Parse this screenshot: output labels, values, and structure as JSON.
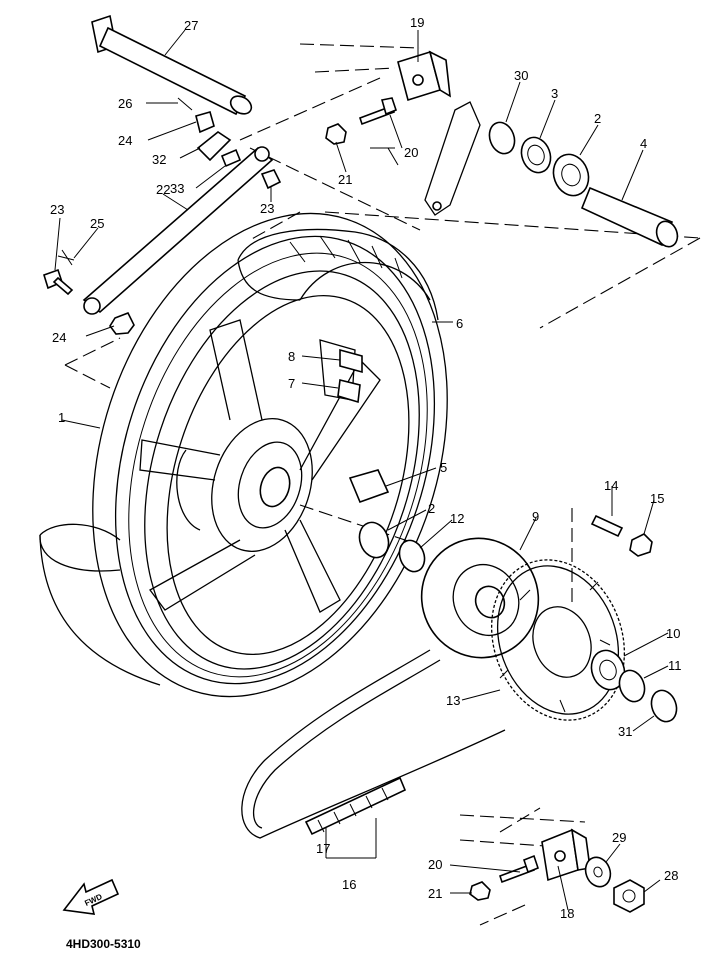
{
  "diagram": {
    "code": "4HD300-5310",
    "fwd_label": "FWD",
    "labels": {
      "p1": "1",
      "p2a": "2",
      "p2b": "2",
      "p3": "3",
      "p4": "4",
      "p5": "5",
      "p6": "6",
      "p7": "7",
      "p8": "8",
      "p9": "9",
      "p10": "10",
      "p11": "11",
      "p12": "12",
      "p13": "13",
      "p14": "14",
      "p15": "15",
      "p16": "16",
      "p17": "17",
      "p18": "18",
      "p19": "19",
      "p20a": "20",
      "p20b": "20",
      "p21a": "21",
      "p21b": "21",
      "p22": "22",
      "p23a": "23",
      "p23b": "23",
      "p24a": "24",
      "p24b": "24",
      "p25": "25",
      "p26": "26",
      "p27": "27",
      "p28": "28",
      "p29": "29",
      "p30": "30",
      "p31": "31",
      "p32": "32",
      "p33": "33"
    }
  }
}
